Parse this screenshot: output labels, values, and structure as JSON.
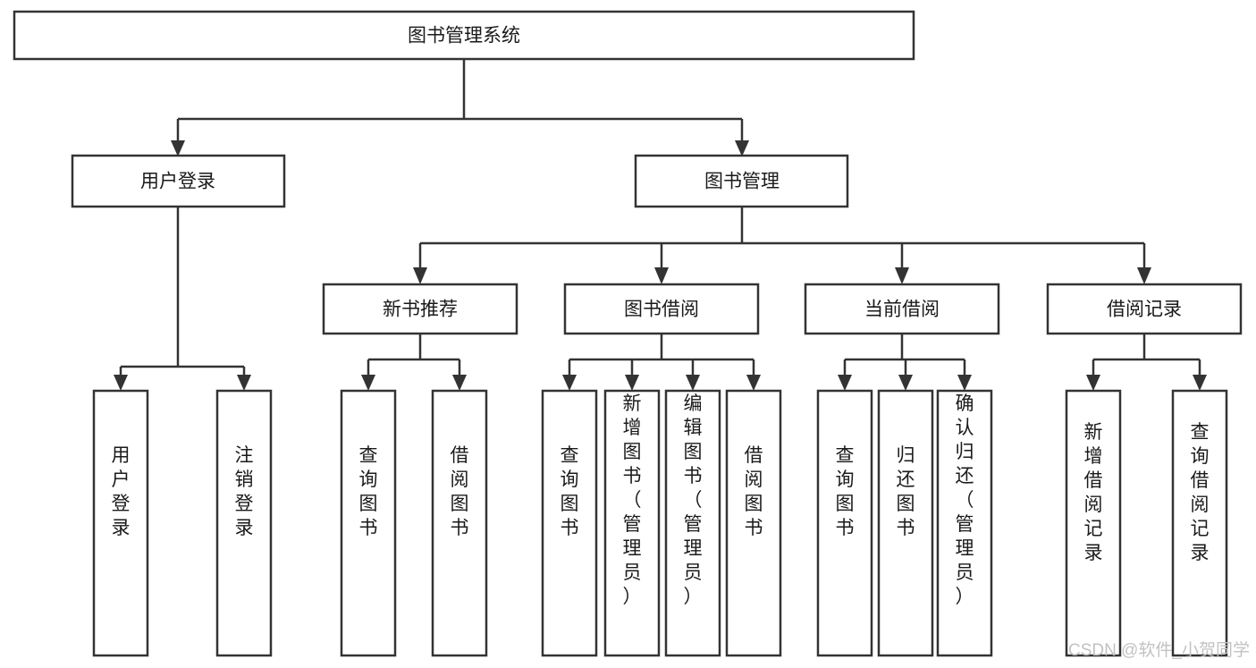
{
  "diagram": {
    "title": "图书管理系统",
    "type": "hierarchy-tree",
    "levels": 4,
    "colors": {
      "background": "#ffffff",
      "box_fill": "#ffffff",
      "box_stroke": "#333333",
      "text": "#1a1a1a",
      "watermark": "#c2c2c2"
    },
    "root": {
      "label": "图书管理系统"
    },
    "level2": [
      {
        "label": "用户登录"
      },
      {
        "label": "图书管理"
      }
    ],
    "level3": [
      {
        "label": "新书推荐"
      },
      {
        "label": "图书借阅"
      },
      {
        "label": "当前借阅"
      },
      {
        "label": "借阅记录"
      }
    ],
    "leaves": {
      "user_login": [
        {
          "label": "用户登录"
        },
        {
          "label": "注销登录"
        }
      ],
      "new_book_recommend": [
        {
          "label": "查询图书"
        },
        {
          "label": "借阅图书"
        }
      ],
      "book_borrow": [
        {
          "label": "查询图书"
        },
        {
          "label": "新增图书（管理员）"
        },
        {
          "label": "编辑图书（管理员）"
        },
        {
          "label": "借阅图书"
        }
      ],
      "current_borrow": [
        {
          "label": "查询图书"
        },
        {
          "label": "归还图书"
        },
        {
          "label": "确认归还（管理员）"
        }
      ],
      "borrow_record": [
        {
          "label": "新增借阅记录"
        },
        {
          "label": "查询借阅记录"
        }
      ]
    }
  },
  "watermark": {
    "text": "CSDN @软件_小贺同学"
  }
}
